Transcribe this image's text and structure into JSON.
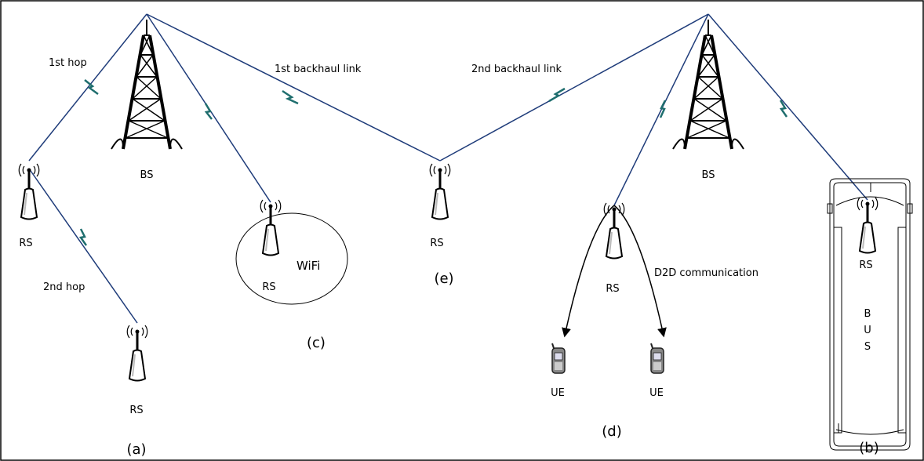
{
  "labels": {
    "bs_left": "BS",
    "bs_right": "BS",
    "rs_a_top": "RS",
    "rs_a_bottom": "RS",
    "rs_c": "RS",
    "rs_e": "RS",
    "rs_d": "RS",
    "rs_b": "RS",
    "ue_left": "UE",
    "ue_right": "UE",
    "wifi": "WiFi",
    "bus_b": "B",
    "bus_u": "U",
    "bus_s": "S"
  },
  "links": {
    "hop1": "1st hop",
    "hop2": "2nd hop",
    "backhaul1": "1st backhaul link",
    "backhaul2": "2nd backhaul link",
    "d2d": "D2D communication"
  },
  "captions": {
    "a": "(a)",
    "b": "(b)",
    "c": "(c)",
    "d": "(d)",
    "e": "(e)"
  },
  "colors": {
    "link": "#1f3c7a",
    "bolt": "#1f6e6e",
    "tower": "#000000",
    "phone": "#555555"
  }
}
